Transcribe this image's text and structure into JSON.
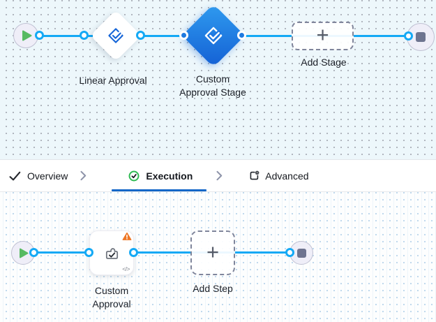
{
  "colors": {
    "wire_blue": "#14a9f5",
    "stage_node_blue_start": "#2f9bef",
    "stage_node_blue_end": "#1563d6",
    "stage_icon_blue": "#1565d8",
    "active_tab_underline": "#1467c8",
    "success_green": "#2eba52",
    "warning_orange": "#ee7624",
    "play_green": "#57ba62",
    "stop_slate": "#6e7490",
    "canvas_top_bg": "#edf7fb"
  },
  "stage_canvas": {
    "nodes": {
      "linear_approval": {
        "label": "Linear Approval"
      },
      "custom_approval_stage": {
        "label": "Custom Approval Stage"
      },
      "add_stage": {
        "label": "Add Stage"
      }
    }
  },
  "tabs": [
    {
      "label": "Overview",
      "icon": "check-icon",
      "active": false
    },
    {
      "label": "Execution",
      "icon": "check-circle-icon",
      "active": true
    },
    {
      "label": "Advanced",
      "icon": "settings-square-icon",
      "active": false
    }
  ],
  "step_canvas": {
    "nodes": {
      "custom_approval": {
        "label": "Custom Approval",
        "has_warning": true
      },
      "add_step": {
        "label": "Add Step"
      }
    }
  },
  "icons": {
    "plus": "+",
    "code": "</>"
  }
}
